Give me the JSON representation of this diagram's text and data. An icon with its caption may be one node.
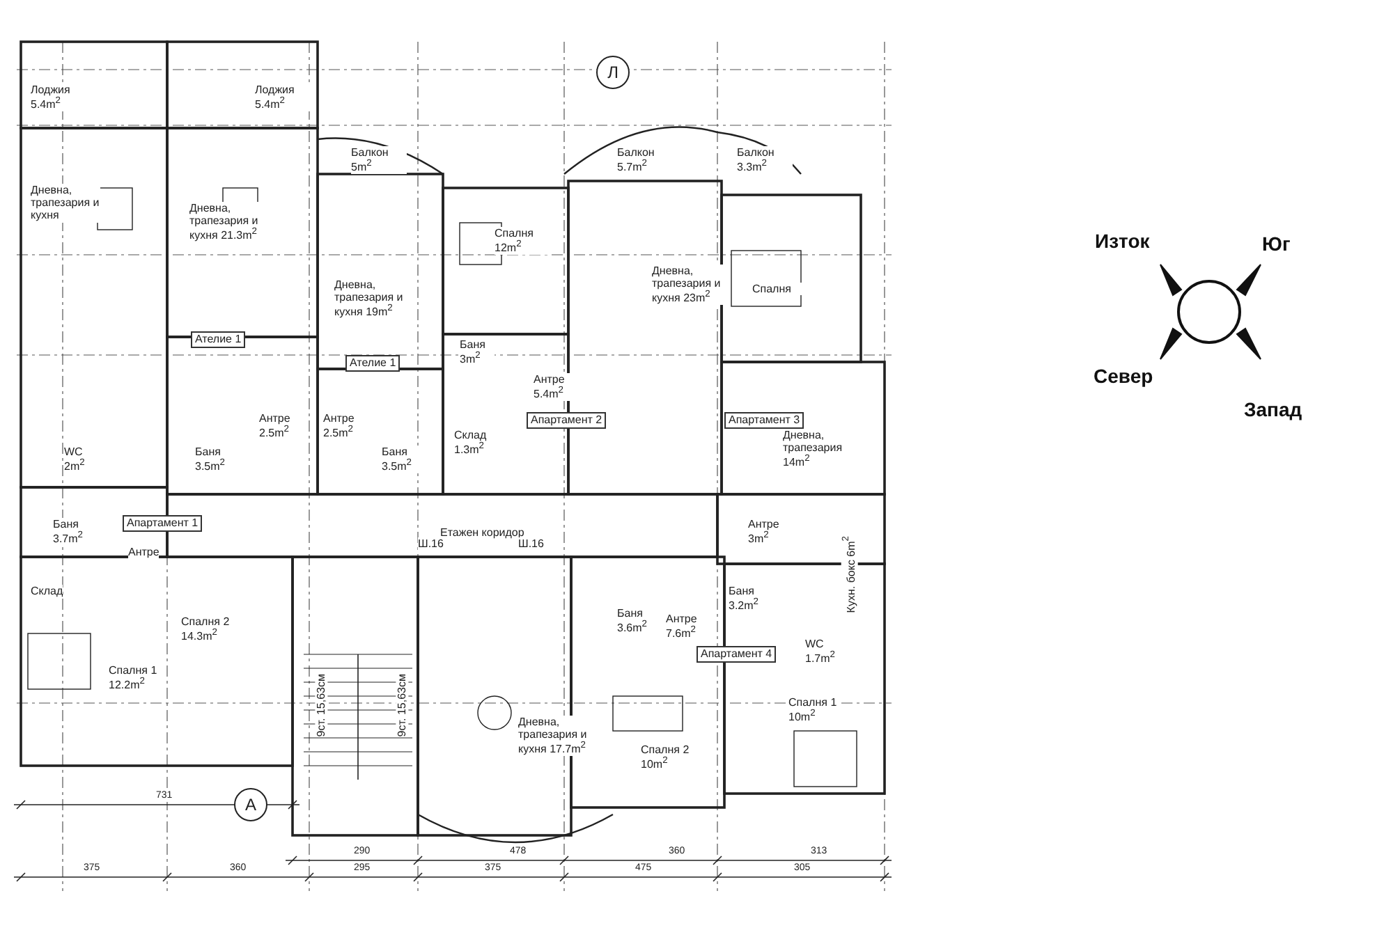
{
  "diagram": {
    "nodes": [
      {
        "text": [
          "Л"
        ]
      },
      {
        "text": [
          "Ателие 1"
        ]
      },
      {
        "text": [
          "Ателие 1"
        ]
      },
      {
        "text": [
          "Апартамент 2"
        ]
      },
      {
        "text": [
          "Апартамент 3"
        ]
      },
      {
        "text": [
          "Апартамент 1"
        ]
      },
      {
        "text": [
          "Апартамент 4"
        ]
      },
      {
        "text": [
          "А"
        ]
      }
    ],
    "labels": [
      "Лоджия 5.4m$^{2}$",
      "Лоджия 5.4m$^{2}$",
      "Балкон 5m$^{2}$",
      "Балкон 5.7m$^{2}$",
      "Балкон 3.3m$^{2}$",
      "Дневна, трапезария и кухня",
      "Дневна, трапезария и кухня 21.3m$^{2}$",
      "Спалня 12m$^{2}$",
      "Дневна, трапезария и кухня 23m$^{2}$",
      "Спалня",
      "Дневна, трапезария и кухня 19m$^{2}$",
      "Баня 3m$^{2}$",
      "Антре 5.4m$^{2}$",
      "Антре 2.5m$^{2}$",
      "Антре 2.5m$^{2}$",
      "Баня 3.5m$^{2}$",
      "Баня 3.5m$^{2}$",
      "Склад 1.3m$^{2}$",
      "Дневна, трапезария 14m$^{2}$",
      "WC 2m$^{2}$",
      "Баня 3.7m$^{2}$",
      "Етажен коридор",
      "Антре 3m$^{2}$",
      "Антре",
      "Ш.16",
      "Ш.16",
      "Кухн. бокс 6m$^{2}$",
      "Склад",
      "Баня 3.2m$^{2}$",
      "Баня 3.6m$^{2}$",
      "Антре 7.6m$^{2}$",
      "WC 1.7m$^{2}$",
      "Спалня 2 14.3m$^{2}$",
      "Спалня 1 12.2m$^{2}$",
      "9ст. 15,63см",
      "9ст. 15,63см",
      "Спалня 1 10m$^{2}$",
      "Дневна, трапезария и кухня 17.7m$^{2}$",
      "Спалня 2 10m$^{2}$",
      "731",
      "290",
      "478",
      "360",
      "313",
      "375",
      "360",
      "295",
      "375",
      "475",
      "305",
      "Изток",
      "Юг",
      "Север",
      "Запад"
    ]
  }
}
